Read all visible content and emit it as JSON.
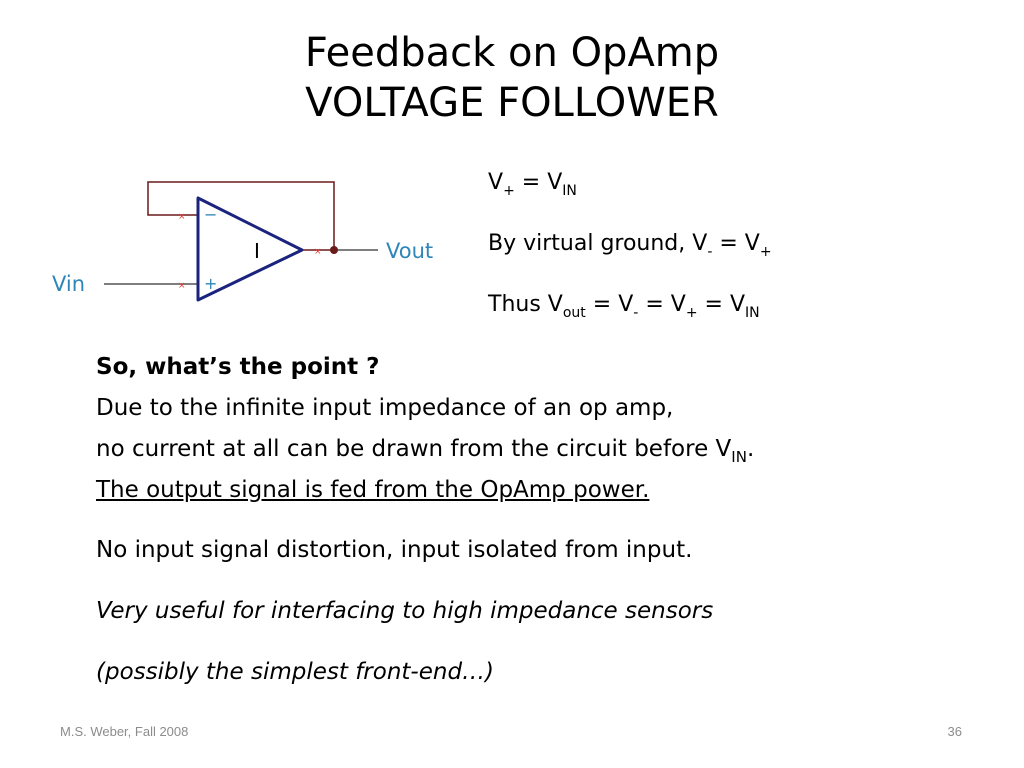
{
  "title": {
    "line1": "Feedback on OpAmp",
    "line2": "VOLTAGE FOLLOWER"
  },
  "circuit": {
    "opamp_label": "I",
    "input_label": "Vin",
    "output_label": "Vout",
    "minus_sign": "−",
    "plus_sign": "+",
    "colors": {
      "opamp": "#1a237e",
      "wire": "#6b1a1a",
      "label": "#2e86b8",
      "pin_marker": "#e53935"
    }
  },
  "equations": {
    "eq1": {
      "v1": "V",
      "s1": "+",
      "mid": " = V",
      "s2": "IN"
    },
    "eq2": {
      "prefix": "By virtual ground, V",
      "s1": "-",
      "mid": " = V",
      "s2": "+"
    },
    "eq3": {
      "prefix": "Thus V",
      "s1": "out",
      "m1": " = V",
      "s2": "-",
      "m2": " = V",
      "s3": "+",
      "m3": " = V",
      "s4": "IN"
    }
  },
  "body": {
    "question": "So, what’s the point ?",
    "line1": "Due to the infinite input impedance of an op amp,",
    "line2_prefix": "no current at all can be drawn from the circuit before V",
    "line2_sub": "IN",
    "line2_suffix": ".",
    "line3": "The output signal is fed from the OpAmp power.",
    "line4": "No input signal distortion, input isolated from input.",
    "line5": "Very useful for interfacing to high impedance sensors",
    "line6": "(possibly the simplest front-end…)"
  },
  "footer": {
    "author": "M.S. Weber, Fall 2008",
    "page": "36"
  }
}
